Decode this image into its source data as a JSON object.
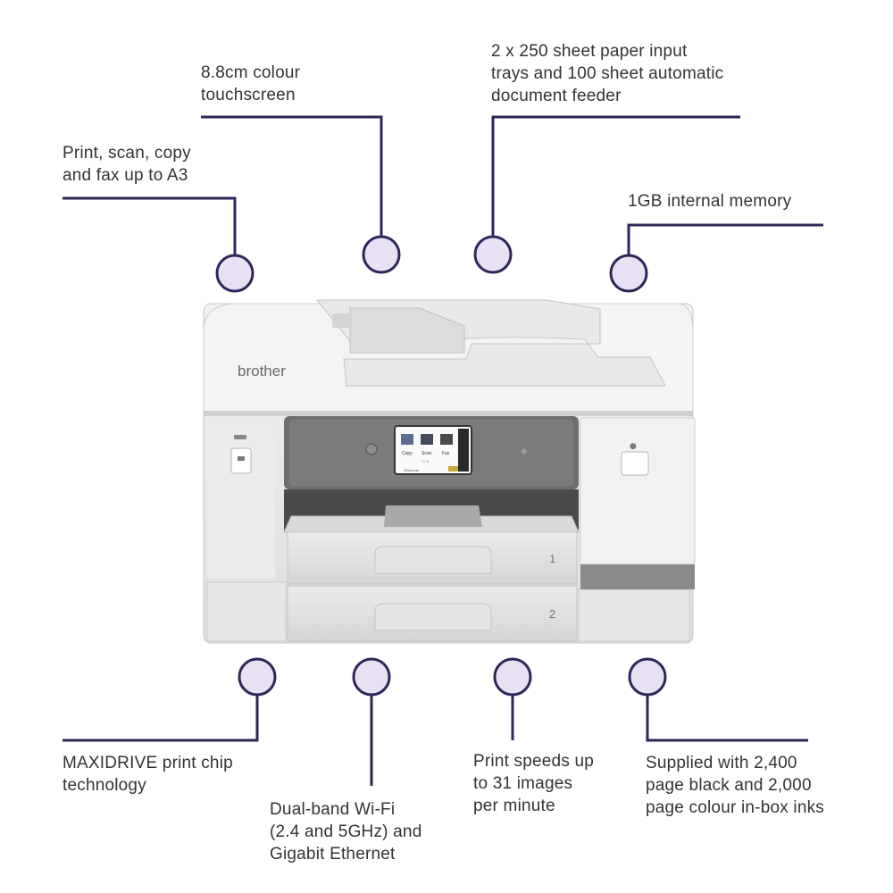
{
  "product": {
    "brand": "brother",
    "screen": {
      "apps": [
        "Copy",
        "Scan",
        "Fax"
      ],
      "page_indicator": "1 / 4",
      "shortcuts_label": "Shortcuts"
    },
    "tray_labels": [
      "1",
      "2"
    ]
  },
  "callouts": [
    {
      "id": "a3",
      "text": "Print, scan, copy\nand fax up to A3"
    },
    {
      "id": "touchscreen",
      "text": "8.8cm colour\ntouchscreen"
    },
    {
      "id": "trays",
      "text": "2 x 250 sheet paper input\ntrays and 100 sheet automatic\ndocument feeder"
    },
    {
      "id": "memory",
      "text": "1GB internal memory"
    },
    {
      "id": "maxidrive",
      "text": "MAXIDRIVE print chip\ntechnology"
    },
    {
      "id": "wifi",
      "text": "Dual-band Wi-Fi\n(2.4 and 5GHz) and\nGigabit Ethernet"
    },
    {
      "id": "speed",
      "text": "Print speeds up\nto 31 images\nper minute"
    },
    {
      "id": "inks",
      "text": "Supplied with 2,400\npage black and 2,000\npage colour in-box inks"
    }
  ],
  "colors": {
    "line": "#2f2659",
    "dot_fill": "#e7e1f3",
    "text": "#333333"
  }
}
